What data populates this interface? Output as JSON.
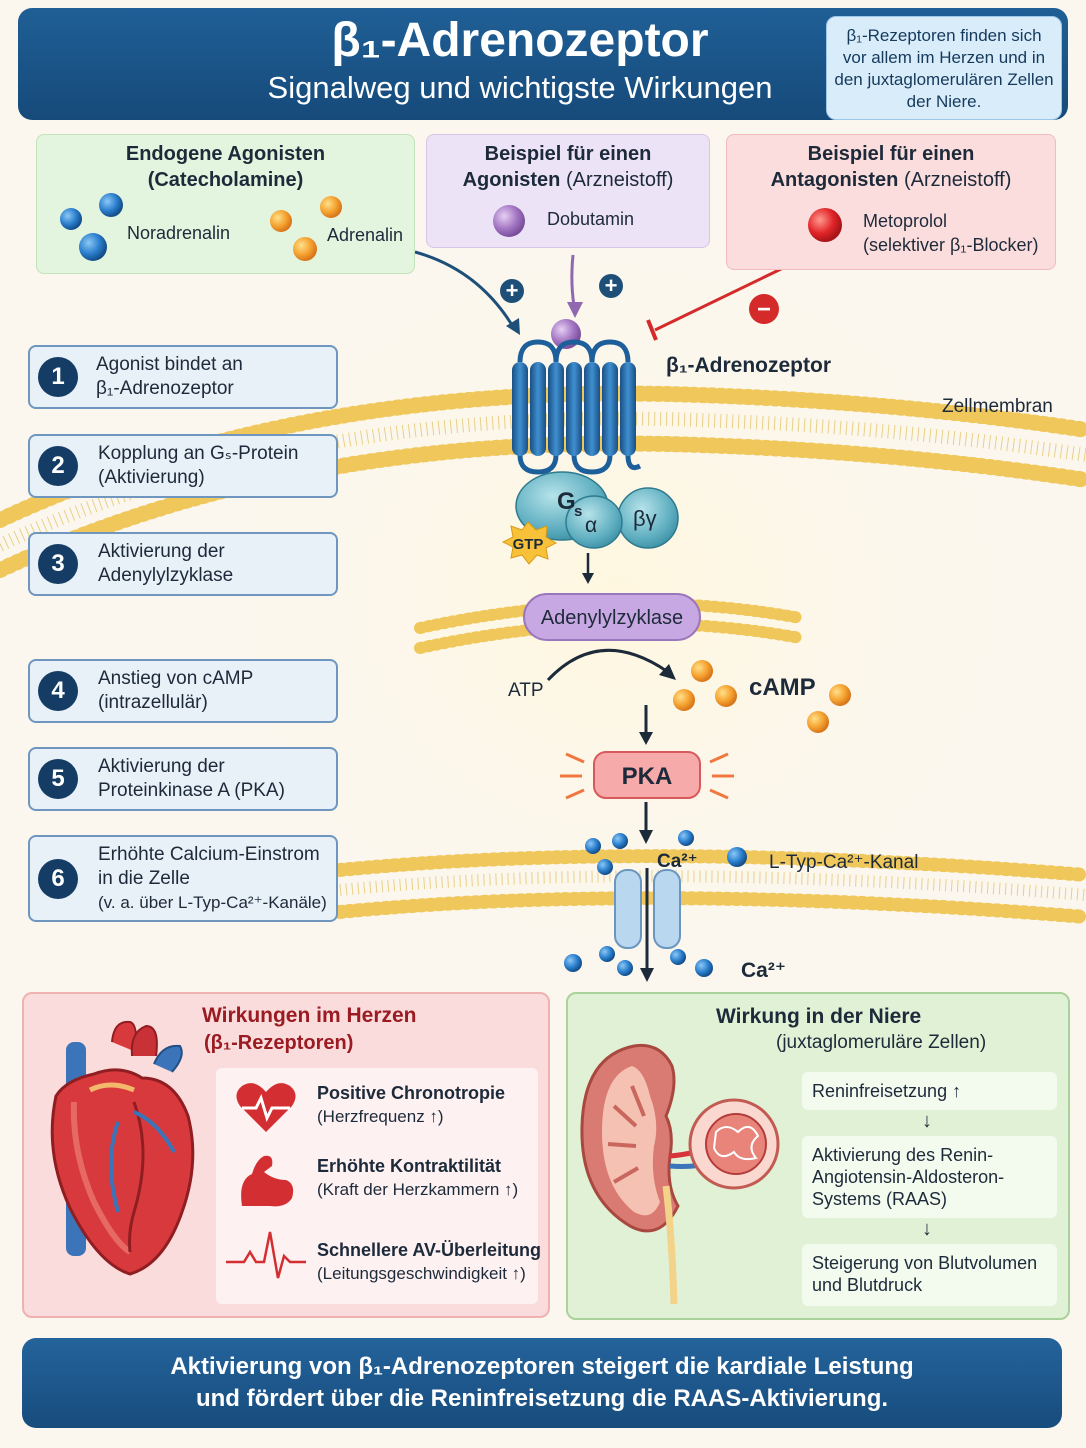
{
  "header": {
    "title": "β₁-Adrenozeptor",
    "subtitle": "Signalweg und wichtigste Wirkungen",
    "note": "β₁-Rezeptoren finden sich vor allem im Herzen und in den juxtaglomerulären Zellen der Niere."
  },
  "agonists": {
    "endogenous_title_line1": "Endogene Agonisten",
    "endogenous_title_line2": "(Catecholamine)",
    "noradrenalin": "Noradrenalin",
    "adrenalin": "Adrenalin",
    "agonist_title_line1": "Beispiel für einen",
    "agonist_title_line2_bold": "Agonisten",
    "agonist_title_line2_rest": " (Arzneistoff)",
    "dobutamin": "Dobutamin",
    "antagonist_title_line1": "Beispiel für einen",
    "antagonist_title_line2_bold": "Antagonisten",
    "antagonist_title_line2_rest": " (Arzneistoff)",
    "metoprolol": "Metoprolol",
    "metoprolol_sub": "(selektiver β₁-Blocker)"
  },
  "signs": {
    "plus": "+",
    "minus": "−"
  },
  "diagram": {
    "receptor_label": "β₁-Adrenozeptor",
    "membrane_label": "Zellmembran",
    "gs_label": "G",
    "gs_sub": "s",
    "alpha": "α",
    "betagamma": "βγ",
    "gtp": "GTP",
    "adenylyl": "Adenylylzyklase",
    "atp": "ATP",
    "camp": "cAMP",
    "pka": "PKA",
    "ca_top": "Ca²⁺",
    "ca_bottom": "Ca²⁺",
    "channel_label": "L-Typ-Ca²⁺-Kanal"
  },
  "steps": [
    {
      "num": "1",
      "line1": "Agonist bindet an",
      "line2": "β₁-Adrenozeptor",
      "line3": ""
    },
    {
      "num": "2",
      "line1": "Kopplung an Gₛ-Protein",
      "line2": "(Aktivierung)",
      "line3": ""
    },
    {
      "num": "3",
      "line1": "Aktivierung der",
      "line2": "Adenylylzyklase",
      "line3": ""
    },
    {
      "num": "4",
      "line1": "Anstieg von cAMP",
      "line2": "(intrazellulär)",
      "line3": ""
    },
    {
      "num": "5",
      "line1": "Aktivierung der",
      "line2": "Proteinkinase A  (PKA)",
      "line3": ""
    },
    {
      "num": "6",
      "line1": "Erhöhte Calcium-Einstrom",
      "line2": "in die Zelle",
      "line3": "(v. a. über L-Typ-Ca²⁺-Kanäle)"
    }
  ],
  "heart": {
    "title": "Wirkungen im Herzen",
    "subtitle": "(β₁-Rezeptoren)",
    "items": [
      {
        "title": "Positive Chronotropie",
        "sub": "(Herzfrequenz ↑)",
        "icon": "heart-rate-icon"
      },
      {
        "title": "Erhöhte Kontraktilität",
        "sub": "(Kraft der Herzkammern ↑)",
        "icon": "muscle-icon"
      },
      {
        "title": "Schnellere AV-Überleitung",
        "sub": "(Leitungsgeschwindigkeit ↑)",
        "icon": "ecg-icon"
      }
    ]
  },
  "kidney": {
    "title": "Wirkung in der Niere",
    "subtitle": "(juxtaglomeruläre Zellen)",
    "steps": [
      "Reninfreisetzung ↑",
      "Aktivierung des Renin-Angiotensin-Aldosteron-Systems (RAAS)",
      "Steigerung von Blutvolumen und Blutdruck"
    ]
  },
  "footer": {
    "line1": "Aktivierung von β₁-Adrenozeptoren steigert die kardiale Leistung",
    "line2": "und fördert über die Reninfreisetzung die RAAS-Aktivierung."
  },
  "colors": {
    "header": "#1f5f96",
    "receptor": "#1d5f9a",
    "membrane": "#e8b94a",
    "blocker": "#d42a2a",
    "pka": "#f3a8aa"
  }
}
